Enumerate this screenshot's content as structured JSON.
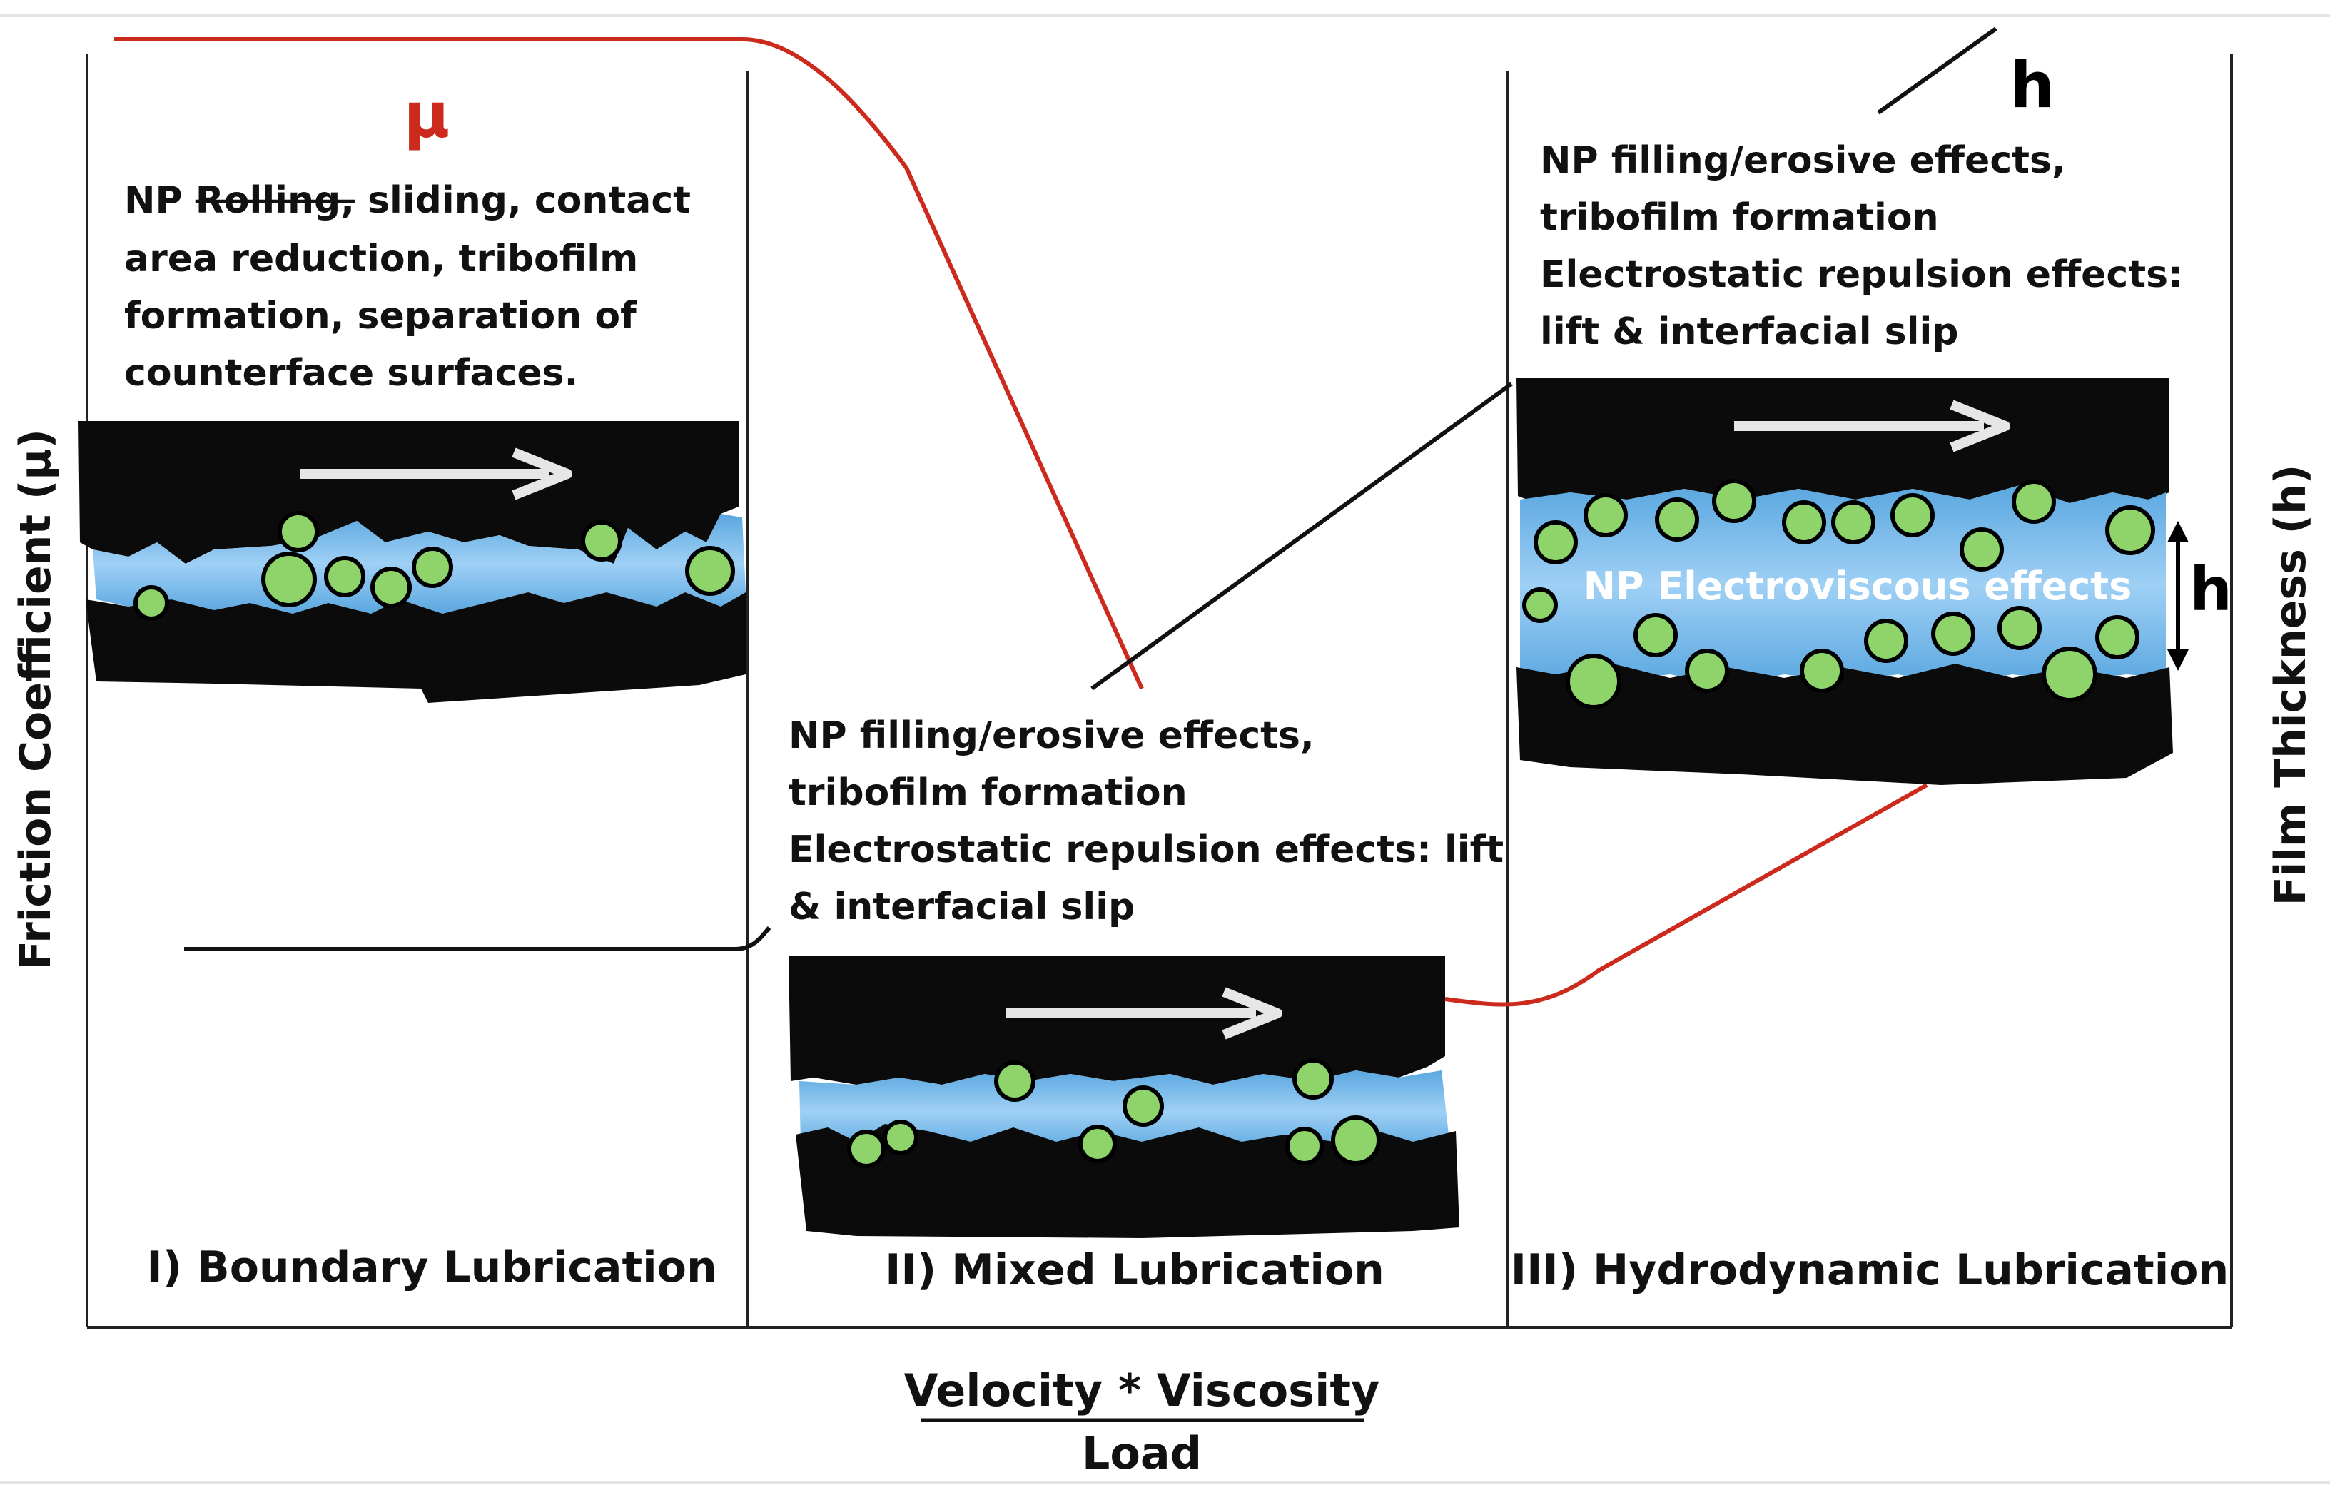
{
  "axes": {
    "y_left_label": "Friction Coefficient (μ)",
    "y_right_label": "Film Thickness (h)",
    "x_label_numerator": "Velocity * Viscosity",
    "x_label_denominator": "Load"
  },
  "curves": {
    "mu_label": "μ",
    "h_label": "h",
    "mu_color": "#cc2a1d",
    "h_color": "#111111"
  },
  "regimes": [
    {
      "title": "I) Boundary Lubrication",
      "text_strike": "Rolling,",
      "text_prefix": "NP ",
      "text_lines": [
        " sliding, contact",
        "area reduction, tribofilm",
        "formation, separation of",
        "counterface surfaces."
      ]
    },
    {
      "title": "II) Mixed Lubrication",
      "text_lines": [
        "NP filling/erosive effects,",
        "tribofilm formation",
        "Electrostatic repulsion effects: lift",
        "& interfacial slip"
      ]
    },
    {
      "title": "III) Hydrodynamic Lubrication",
      "text_lines": [
        "NP filling/erosive effects,",
        "tribofilm formation",
        "Electrostatic repulsion effects:",
        "lift & interfacial slip"
      ],
      "inset_label": "NP Electroviscous effects",
      "gap_label": "h"
    }
  ],
  "colors": {
    "surface": "#0b0b0b",
    "lubricant": "#69b3e7",
    "lubricant_light": "#9fd0f5",
    "nanoparticle": "#8fd46a",
    "arrow": "#e6e6e6"
  }
}
